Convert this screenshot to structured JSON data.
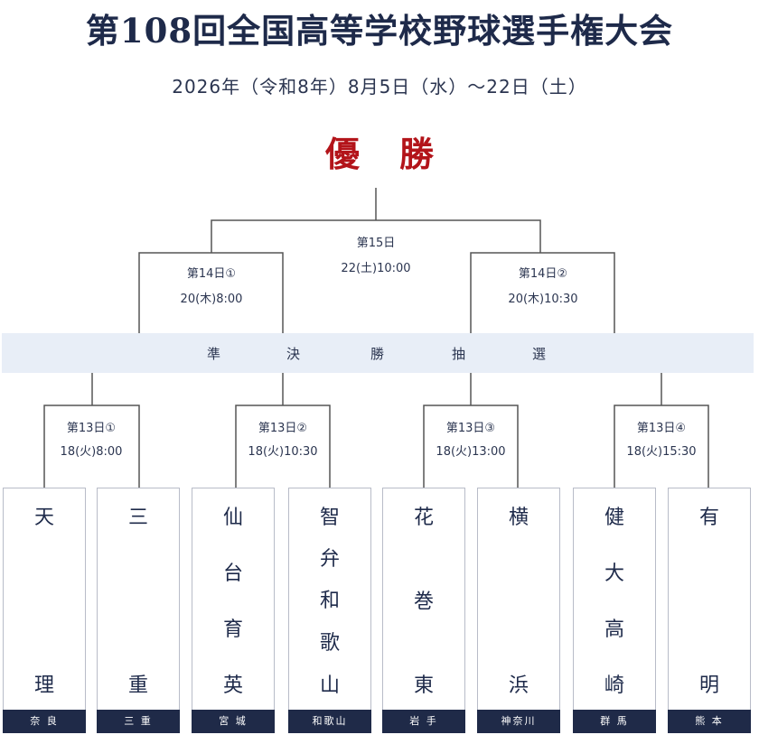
{
  "title": "第108回全国高等学校野球選手権大会",
  "subtitle": "2026年（令和8年）8月5日（水）～22日（土）",
  "champion_label": "優勝",
  "final": {
    "round": "第15日",
    "time": "22(土)10:00"
  },
  "semifinals": [
    {
      "round": "第14日①",
      "time": "20(木)8:00"
    },
    {
      "round": "第14日②",
      "time": "20(木)10:30"
    }
  ],
  "semi_draw_label": [
    "準",
    "決",
    "勝",
    "抽",
    "選"
  ],
  "quarterfinals": [
    {
      "round": "第13日①",
      "time": "18(火)8:00"
    },
    {
      "round": "第13日②",
      "time": "18(火)10:30"
    },
    {
      "round": "第13日③",
      "time": "18(火)13:00"
    },
    {
      "round": "第13日④",
      "time": "18(火)15:30"
    }
  ],
  "teams": [
    {
      "name": [
        "天",
        "理"
      ],
      "prefecture": "奈 良"
    },
    {
      "name": [
        "三",
        "重"
      ],
      "prefecture": "三 重"
    },
    {
      "name": [
        "仙",
        "台",
        "育",
        "英"
      ],
      "prefecture": "宮 城"
    },
    {
      "name": [
        "智",
        "弁",
        "和",
        "歌",
        "山"
      ],
      "prefecture": "和歌山"
    },
    {
      "name": [
        "花",
        "巻",
        "東"
      ],
      "prefecture": "岩 手"
    },
    {
      "name": [
        "横",
        "浜"
      ],
      "prefecture": "神奈川"
    },
    {
      "name": [
        "健",
        "大",
        "高",
        "崎"
      ],
      "prefecture": "群 馬"
    },
    {
      "name": [
        "有",
        "明"
      ],
      "prefecture": "熊 本"
    }
  ],
  "colors": {
    "navy": "#1f2a48",
    "champion_red": "#b3141a",
    "band": "#e8eef7",
    "line": "#555555"
  }
}
